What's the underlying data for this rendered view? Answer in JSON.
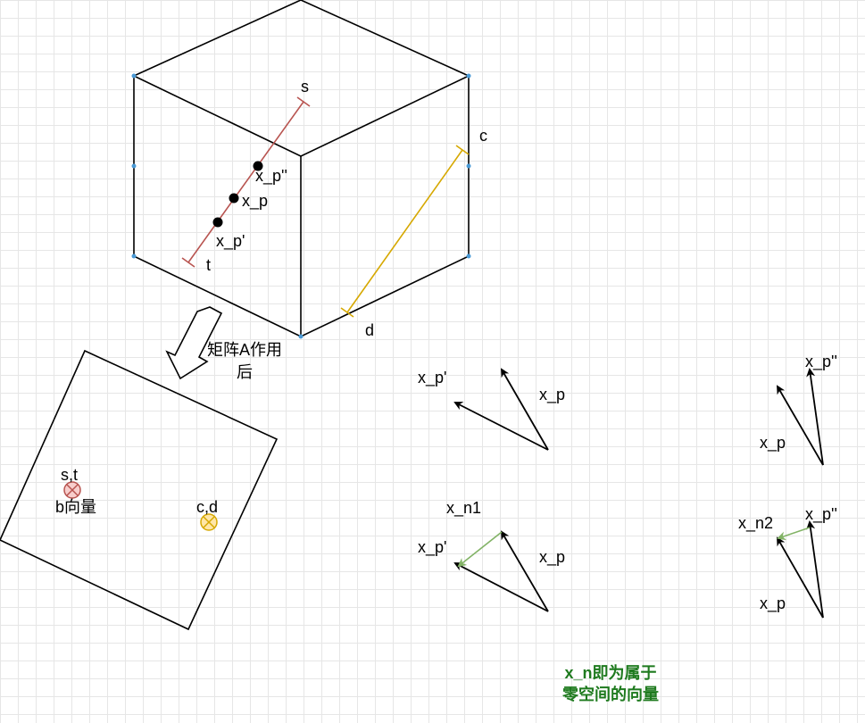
{
  "cube": {
    "segment_top_label": "s",
    "segment_bottom_label": "t",
    "edge_top_label": "c",
    "edge_bottom_label": "d",
    "points": [
      "x_p''",
      "x_p",
      "x_p'"
    ],
    "colors": {
      "st_segment": "#b85450",
      "cd_segment": "#d6a800",
      "vertex_marker": "#4a9ad6"
    }
  },
  "transform": {
    "label_line1": "矩阵A作用",
    "label_line2": "后"
  },
  "result_square": {
    "point_st_label": "s,t",
    "b_label": "b向量",
    "point_cd_label": "c,d",
    "colors": {
      "st_fill": "#f8cecc",
      "st_stroke": "#b85450",
      "cd_fill": "#ffe6a8",
      "cd_stroke": "#d6a800"
    }
  },
  "vector_groups": [
    {
      "labels": [
        "x_p'",
        "x_p"
      ]
    },
    {
      "labels": [
        "x_p''",
        "x_p"
      ]
    },
    {
      "labels": [
        "x_n1",
        "x_p'",
        "x_p"
      ]
    },
    {
      "labels": [
        "x_n2",
        "x_p''",
        "x_p"
      ]
    }
  ],
  "colors": {
    "null_vector": "#82b366",
    "note_text": "#1e7a1e"
  },
  "note": {
    "line1": "x_n即为属于",
    "line2": "零空间的向量"
  }
}
